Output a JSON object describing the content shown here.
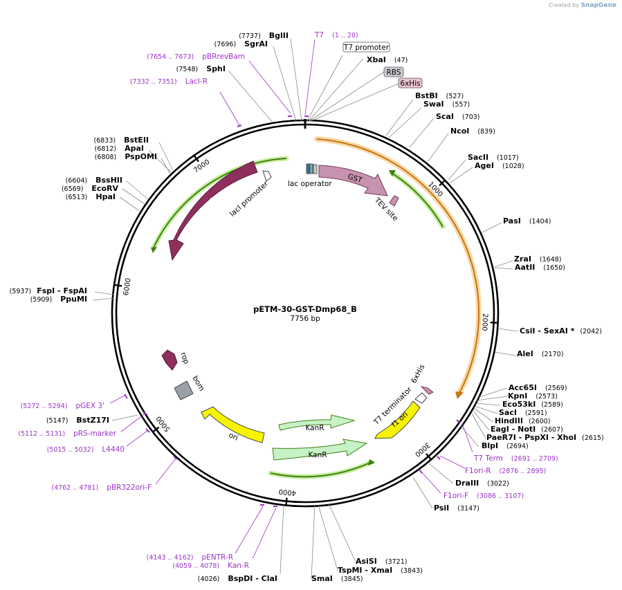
{
  "credit": {
    "prefix": "Created by",
    "brand": "SnapGene"
  },
  "plasmid": {
    "name": "pETM-30-GST-Dmp68_B",
    "length": "7756 bp"
  },
  "colors": {
    "primer": "#9b30c8",
    "orf_green": "#5aa21e",
    "orf_orange": "#d9821c",
    "lacI": "#8e2f5e",
    "gst": "#c893b0",
    "kanr": "#c6f2c6",
    "yellow": "#f7f400",
    "ori_gray": "#9aa1a8"
  },
  "tick_labels": [
    "1000",
    "2000",
    "3000",
    "4000",
    "5000",
    "6000",
    "7000"
  ],
  "enzymes_right": [
    {
      "name": "XbaI",
      "pos": "(47)"
    },
    {
      "name": "BstBI",
      "pos": "(527)"
    },
    {
      "name": "SwaI",
      "pos": "(557)"
    },
    {
      "name": "ScaI",
      "pos": "(703)"
    },
    {
      "name": "NcoI",
      "pos": "(839)"
    },
    {
      "name": "SacII",
      "pos": "(1017)"
    },
    {
      "name": "AgeI",
      "pos": "(1028)"
    },
    {
      "name": "PasI",
      "pos": "(1404)"
    },
    {
      "name": "ZraI",
      "pos": "(1648)"
    },
    {
      "name": "AatII",
      "pos": "(1650)"
    },
    {
      "name": "CsiI  - SexAI *",
      "pos": "(2042)"
    },
    {
      "name": "AleI",
      "pos": "(2170)"
    },
    {
      "name": "Acc65I",
      "pos": "(2569)"
    },
    {
      "name": "KpnI",
      "pos": "(2573)"
    },
    {
      "name": "Eco53kI",
      "pos": "(2589)"
    },
    {
      "name": "SacI",
      "pos": "(2591)"
    },
    {
      "name": "HindIII",
      "pos": "(2600)"
    },
    {
      "name": "EagI  - NotI",
      "pos": "(2607)"
    },
    {
      "name": "PaeR7I  - PspXI  - XhoI",
      "pos": "(2615)"
    },
    {
      "name": "BlpI",
      "pos": "(2694)"
    },
    {
      "name": "DraIII",
      "pos": "(3022)"
    },
    {
      "name": "PsiI",
      "pos": "(3147)"
    },
    {
      "name": "AsiSI",
      "pos": "(3721)"
    },
    {
      "name": "TspMI  - XmaI",
      "pos": "(3843)"
    },
    {
      "name": "SmaI",
      "pos": "(3845)"
    }
  ],
  "enzymes_left": [
    {
      "name": "BglII",
      "pos": "(7737)"
    },
    {
      "name": "SgrAI",
      "pos": "(7696)"
    },
    {
      "name": "SphI",
      "pos": "(7548)"
    },
    {
      "name": "BstEII",
      "pos": "(6833)"
    },
    {
      "name": "ApaI",
      "pos": "(6812)"
    },
    {
      "name": "PspOMI",
      "pos": "(6808)"
    },
    {
      "name": "BssHII",
      "pos": "(6604)"
    },
    {
      "name": "EcoRV",
      "pos": "(6569)"
    },
    {
      "name": "HpaI",
      "pos": "(6513)"
    },
    {
      "name": "FspI  - FspAI",
      "pos": "(5937)"
    },
    {
      "name": "PpuMI",
      "pos": "(5909)"
    },
    {
      "name": "BstZ17I",
      "pos": "(5147)"
    },
    {
      "name": "BspDI  - ClaI",
      "pos": "(4026)"
    }
  ],
  "primers": [
    {
      "name": "T7",
      "pos": "(1 .. 20)"
    },
    {
      "name": "pBRrevBam",
      "pos": "(7654 .. 7673)"
    },
    {
      "name": "LacI-R",
      "pos": "(7332 .. 7351)"
    },
    {
      "name": "T7 Term",
      "pos": "(2691 .. 2709)"
    },
    {
      "name": "F1ori-R",
      "pos": "(2876 .. 2895)"
    },
    {
      "name": "F1ori-F",
      "pos": "(3086 .. 3107)"
    },
    {
      "name": "pGEX 3'",
      "pos": "(5272 .. 5294)"
    },
    {
      "name": "pRS-marker",
      "pos": "(5112 .. 5131)"
    },
    {
      "name": "L4440",
      "pos": "(5015 .. 5032)"
    },
    {
      "name": "pBR322ori-F",
      "pos": "(4762 .. 4781)"
    },
    {
      "name": "pENTR-R",
      "pos": "(4143 .. 4162)"
    },
    {
      "name": "Kan-R",
      "pos": "(4059 .. 4078)"
    }
  ],
  "boxed_features": [
    {
      "label": "T7 promoter",
      "fill": "#ffffff"
    },
    {
      "label": "RBS",
      "fill": "#c8ccd0"
    },
    {
      "label": "6xHis",
      "fill": "#e8c2d0"
    }
  ],
  "features": {
    "gst": "GST",
    "tev": "TEV site",
    "lac_operator": "lac operator",
    "laci": "lacI",
    "laci_promoter": "lacI promoter",
    "rop": "rop",
    "bom": "bom",
    "ori": "ori",
    "kanr_1": "KanR",
    "kanr_2": "KanR",
    "f1_ori": "f1 ori",
    "t7_terminator": "T7 terminator",
    "his_inner": "6xHis"
  }
}
